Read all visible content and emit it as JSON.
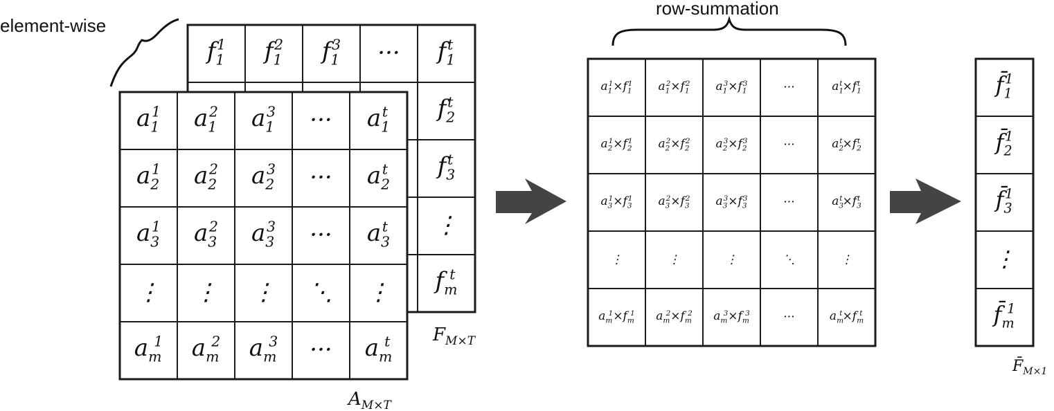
{
  "labels": {
    "elementwise": "element-wise",
    "rowsum": "row-summation",
    "A_caption": "A",
    "A_sub": "M×T",
    "F_caption": "F",
    "F_sub": "M×T",
    "Fbar_caption": "F̄",
    "Fbar_sub": "M×1"
  },
  "matrixA": [
    [
      {
        "b": "a",
        "sub": "1",
        "sup": "1"
      },
      {
        "b": "a",
        "sub": "1",
        "sup": "2"
      },
      {
        "b": "a",
        "sub": "1",
        "sup": "3"
      },
      {
        "t": "···"
      },
      {
        "b": "a",
        "sub": "1",
        "sup": "t"
      }
    ],
    [
      {
        "b": "a",
        "sub": "2",
        "sup": "1"
      },
      {
        "b": "a",
        "sub": "2",
        "sup": "2"
      },
      {
        "b": "a",
        "sub": "2",
        "sup": "3"
      },
      {
        "t": "···"
      },
      {
        "b": "a",
        "sub": "2",
        "sup": "t"
      }
    ],
    [
      {
        "b": "a",
        "sub": "3",
        "sup": "1"
      },
      {
        "b": "a",
        "sub": "3",
        "sup": "2"
      },
      {
        "b": "a",
        "sub": "3",
        "sup": "3"
      },
      {
        "t": "···"
      },
      {
        "b": "a",
        "sub": "3",
        "sup": "t"
      }
    ],
    [
      {
        "t": "⋮"
      },
      {
        "t": "⋮"
      },
      {
        "t": "⋮"
      },
      {
        "t": "⋱"
      },
      {
        "t": "⋮"
      }
    ],
    [
      {
        "b": "a",
        "sub": "m",
        "sup": "1"
      },
      {
        "b": "a",
        "sub": "m",
        "sup": "2"
      },
      {
        "b": "a",
        "sub": "m",
        "sup": "3"
      },
      {
        "t": "···"
      },
      {
        "b": "a",
        "sub": "m",
        "sup": "t"
      }
    ]
  ],
  "matrixF": [
    [
      {
        "b": "f",
        "sub": "1",
        "sup": "1"
      },
      {
        "b": "f",
        "sub": "1",
        "sup": "2"
      },
      {
        "b": "f",
        "sub": "1",
        "sup": "3"
      },
      {
        "t": "···"
      },
      {
        "b": "f",
        "sub": "1",
        "sup": "t"
      }
    ],
    [
      {
        "t": ""
      },
      {
        "t": ""
      },
      {
        "t": ""
      },
      {
        "t": ""
      },
      {
        "b": "f",
        "sub": "2",
        "sup": "t"
      }
    ],
    [
      {
        "t": ""
      },
      {
        "t": ""
      },
      {
        "t": ""
      },
      {
        "t": ""
      },
      {
        "b": "f",
        "sub": "3",
        "sup": "t"
      }
    ],
    [
      {
        "t": ""
      },
      {
        "t": ""
      },
      {
        "t": ""
      },
      {
        "t": ""
      },
      {
        "t": "⋮"
      }
    ],
    [
      {
        "t": ""
      },
      {
        "t": ""
      },
      {
        "t": ""
      },
      {
        "t": ""
      },
      {
        "b": "f",
        "sub": "m",
        "sup": "t"
      }
    ]
  ],
  "matrixP": [
    [
      {
        "p": [
          "a",
          "1",
          "1",
          "f",
          "1",
          "1"
        ]
      },
      {
        "p": [
          "a",
          "1",
          "2",
          "f",
          "1",
          "2"
        ]
      },
      {
        "p": [
          "a",
          "1",
          "3",
          "f",
          "1",
          "3"
        ]
      },
      {
        "t": "···"
      },
      {
        "p": [
          "a",
          "1",
          "t",
          "f",
          "1",
          "t"
        ]
      }
    ],
    [
      {
        "p": [
          "a",
          "2",
          "1",
          "f",
          "2",
          "1"
        ]
      },
      {
        "p": [
          "a",
          "2",
          "2",
          "f",
          "2",
          "2"
        ]
      },
      {
        "p": [
          "a",
          "2",
          "3",
          "f",
          "2",
          "3"
        ]
      },
      {
        "t": "···"
      },
      {
        "p": [
          "a",
          "2",
          "t",
          "f",
          "2",
          "t"
        ]
      }
    ],
    [
      {
        "p": [
          "a",
          "3",
          "1",
          "f",
          "3",
          "1"
        ]
      },
      {
        "p": [
          "a",
          "3",
          "2",
          "f",
          "3",
          "2"
        ]
      },
      {
        "p": [
          "a",
          "3",
          "3",
          "f",
          "3",
          "3"
        ]
      },
      {
        "t": "···"
      },
      {
        "p": [
          "a",
          "3",
          "t",
          "f",
          "3",
          "t"
        ]
      }
    ],
    [
      {
        "t": "⋮"
      },
      {
        "t": "⋮"
      },
      {
        "t": "⋮"
      },
      {
        "t": "⋱"
      },
      {
        "t": "⋮"
      }
    ],
    [
      {
        "p": [
          "a",
          "m",
          "1",
          "f",
          "m",
          "1"
        ]
      },
      {
        "p": [
          "a",
          "m",
          "2",
          "f",
          "m",
          "2"
        ]
      },
      {
        "p": [
          "a",
          "m",
          "3",
          "f",
          "m",
          "3"
        ]
      },
      {
        "t": "···"
      },
      {
        "p": [
          "a",
          "m",
          "t",
          "f",
          "m",
          "t"
        ]
      }
    ]
  ],
  "vectorF": [
    {
      "b": "f̄",
      "sub": "1",
      "sup": "1"
    },
    {
      "b": "f̄",
      "sub": "2",
      "sup": "1"
    },
    {
      "b": "f̄",
      "sub": "3",
      "sup": "1"
    },
    {
      "t": "⋮"
    },
    {
      "b": "f̄",
      "sub": "m",
      "sup": "1"
    }
  ]
}
